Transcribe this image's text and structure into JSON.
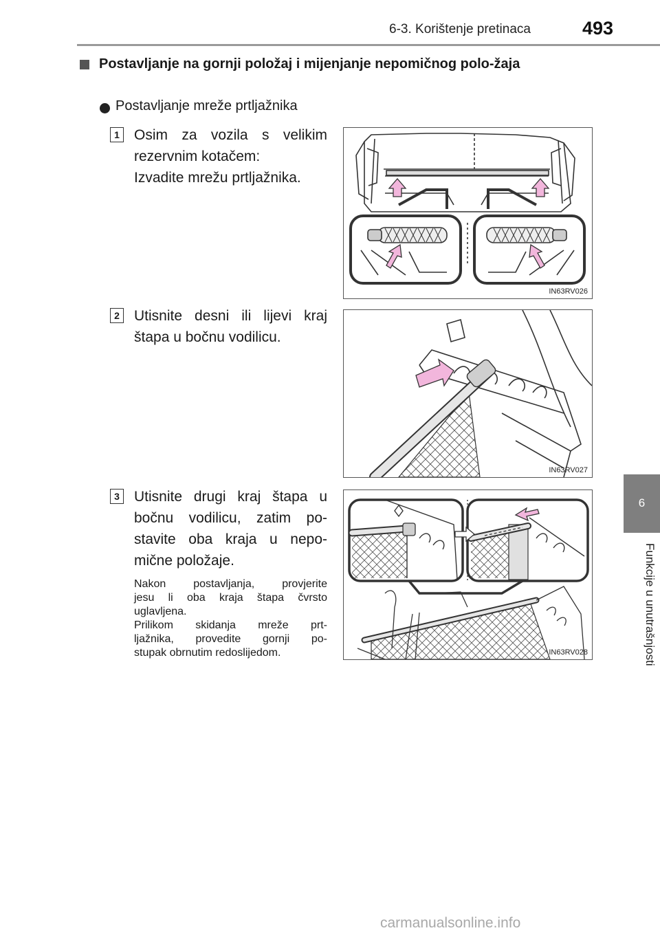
{
  "header": {
    "title": "6-3. Korištenje pretinaca",
    "page_number": "493"
  },
  "side_tab": {
    "chapter_number": "6",
    "chapter_title": "Funkcije u unutrašnjosti"
  },
  "section": {
    "heading": "Postavljanje na gornji položaj i mijenjanje nepomičnog polo-žaja",
    "subheading": "Postavljanje mreže prtljažnika"
  },
  "steps": [
    {
      "number": "1",
      "lines": [
        "Osim za vozila s velikim",
        "rezervnim kotačem:",
        "Izvadite mrežu prtljažnika."
      ],
      "figure_code": "IN63RV026"
    },
    {
      "number": "2",
      "lines": [
        "Utisnite desni ili lijevi kraj",
        "štapa u bočnu vodilicu."
      ],
      "figure_code": "IN63RV027"
    },
    {
      "number": "3",
      "lines": [
        "Utisnite drugi kraj štapa u",
        "bočnu vodilicu, zatim po-",
        "stavite oba kraja u nepo-",
        "mične položaje."
      ],
      "note_lines": [
        "Nakon postavljanja, provjerite",
        "jesu li oba kraja štapa čvrsto",
        "uglavljena.",
        "Prilikom skidanja mreže prt-",
        "ljažnika, provedite gornji po-",
        "stupak obrnutim redoslijedom."
      ],
      "figure_code": "IN63RV028"
    }
  ],
  "watermark": "carmanualsonline.info",
  "colors": {
    "arrow_fill": "#f2b6dc",
    "side_tab": "#7f7f7f",
    "rule": "#9a9a9a"
  }
}
